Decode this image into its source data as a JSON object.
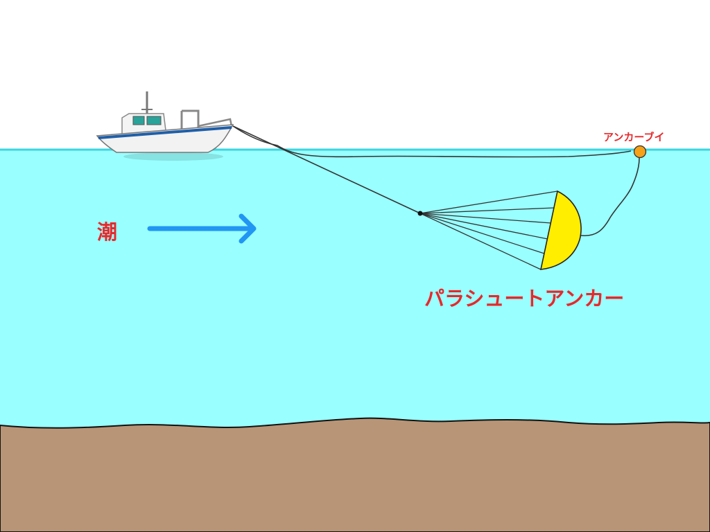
{
  "labels": {
    "current": "潮",
    "parachute_anchor": "パラシュートアンカー",
    "anchor_buoy": "アンカーブイ"
  },
  "colors": {
    "sky": "#ffffff",
    "water": "#99ffff",
    "water_surface_line": "#3ad6e0",
    "seabed": "#b89577",
    "label_red": "#e8282b",
    "arrow_blue": "#2196f3",
    "parachute_yellow": "#ffee00",
    "buoy_orange": "#f5a21a",
    "rope": "#333333",
    "boat_hull": "#f2f2f2",
    "boat_stripe": "#1f5fa8",
    "boat_window": "#2aa39a"
  },
  "icons": {
    "boat": "fishing-boat-icon",
    "current_arrow": "arrow-right-icon",
    "parachute": "parachute-anchor-icon",
    "buoy": "buoy-icon"
  }
}
